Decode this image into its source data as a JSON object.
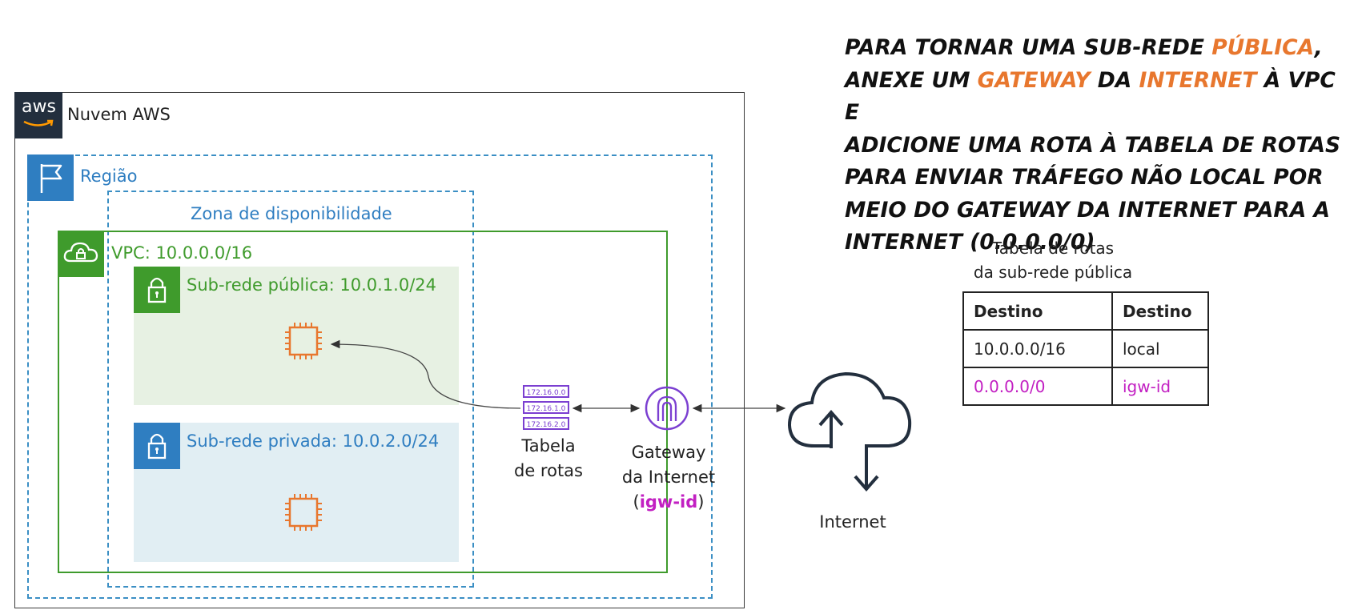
{
  "heading": {
    "line1_a": "PARA TORNAR UMA SUB-REDE ",
    "line1_hl": "PÚBLICA",
    "line1_b": ",",
    "line2_a": "ANEXE UM ",
    "line2_hl1": "GATEWAY",
    "line2_mid": " DA ",
    "line2_hl2": "INTERNET",
    "line2_b": " À VPC E",
    "line3": "ADICIONE UMA ROTA À TABELA DE ROTAS",
    "line4": "PARA ENVIAR TRÁFEGO NÃO LOCAL POR",
    "line5": "MEIO DO GATEWAY DA INTERNET PARA A",
    "line6": "INTERNET (0.0.0.0/0)",
    "highlight_color": "#e8772e"
  },
  "aws_cloud": {
    "logo_text": "aws",
    "label": "Nuvem AWS"
  },
  "region": {
    "label": "Região",
    "color": "#2f7ec1"
  },
  "availability_zone": {
    "label": "Zona de disponibilidade"
  },
  "vpc": {
    "label": "VPC: 10.0.0.0/16",
    "color": "#3f9b2c"
  },
  "public_subnet": {
    "label": "Sub-rede pública: 10.0.1.0/24"
  },
  "private_subnet": {
    "label": "Sub-rede privada: 10.0.2.0/24"
  },
  "route_table_icon": {
    "entries": [
      "172.16.0.0",
      "172.16.1.0",
      "172.16.2.0"
    ]
  },
  "route_table_label": {
    "line1": "Tabela",
    "line2": "de rotas"
  },
  "gateway_label": {
    "line1": "Gateway",
    "line2": "da Internet",
    "open": "(",
    "id": "igw-id",
    "close": ")"
  },
  "internet_label": "Internet",
  "table_card": {
    "title_line1": "Tabela de rotas",
    "title_line2": "da sub-rede pública",
    "headers": [
      "Destino",
      "Destino"
    ],
    "rows": [
      [
        "10.0.0.0/16",
        "local"
      ],
      [
        "0.0.0.0/0",
        "igw-id"
      ]
    ],
    "accent_color": "#c21fc2"
  }
}
